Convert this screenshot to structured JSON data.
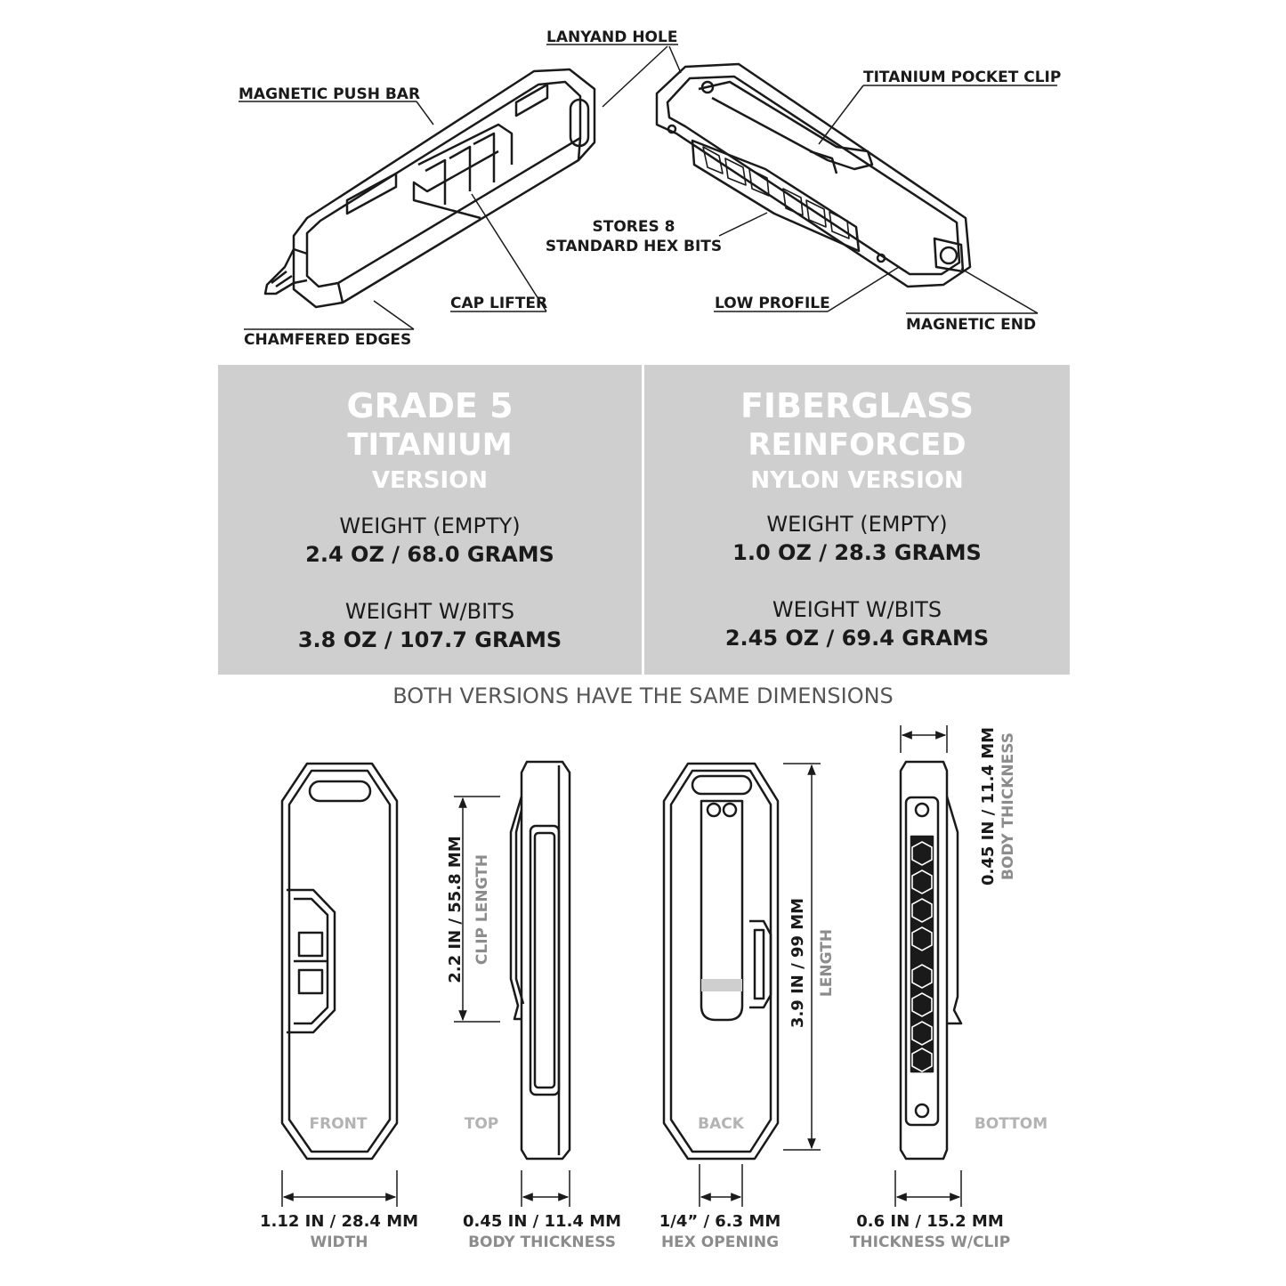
{
  "top_callouts": {
    "lanyard_hole": "LANYAND HOLE",
    "magnetic_push_bar": "MAGNETIC PUSH BAR",
    "titanium_pocket_clip": "TITANIUM POCKET CLIP",
    "stores_line1": "STORES 8",
    "stores_line2": "STANDARD HEX BITS",
    "cap_lifter": "CAP LIFTER",
    "low_profile": "LOW PROFILE",
    "magnetic_end": "MAGNETIC END",
    "chamfered_edges": "CHAMFERED EDGES"
  },
  "versions": {
    "titanium": {
      "title_line1": "GRADE 5",
      "title_line2": "TITANIUM",
      "title_line3": "VERSION",
      "weight_empty_label": "WEIGHT (EMPTY)",
      "weight_empty_value": "2.4 OZ / 68.0 GRAMS",
      "weight_bits_label": "WEIGHT W/BITS",
      "weight_bits_value": "3.8 OZ / 107.7 GRAMS"
    },
    "nylon": {
      "title_line1": "FIBERGLASS",
      "title_line2": "REINFORCED",
      "title_line3": "NYLON VERSION",
      "weight_empty_label": "WEIGHT (EMPTY)",
      "weight_empty_value": "1.0 OZ / 28.3 GRAMS",
      "weight_bits_label": "WEIGHT W/BITS",
      "weight_bits_value": "2.45 OZ / 69.4 GRAMS"
    }
  },
  "same_dimensions_note": "BOTH VERSIONS HAVE THE SAME DIMENSIONS",
  "views": {
    "front": "FRONT",
    "top": "TOP",
    "back": "BACK",
    "bottom": "BOTTOM"
  },
  "dimensions": {
    "width_value": "1.12 IN / 28.4 MM",
    "width_label": "WIDTH",
    "body_thickness_value": "0.45 IN / 11.4 MM",
    "body_thickness_label": "BODY THICKNESS",
    "hex_opening_value": "1/4” / 6.3 MM",
    "hex_opening_label": "HEX OPENING",
    "thickness_clip_value": "0.6 IN / 15.2 MM",
    "thickness_clip_label": "THICKNESS W/CLIP",
    "clip_length_value": "2.2 IN / 55.8 MM",
    "clip_length_label": "CLIP LENGTH",
    "length_value": "3.9 IN / 99 MM",
    "length_label": "LENGTH",
    "body_thickness_side_value": "0.45 IN / 11.4 MM",
    "body_thickness_side_label": "BODY THICKNESS"
  },
  "colors": {
    "panel_gray": "#cfcfcf",
    "ink": "#1a1a1a",
    "muted_label": "#8c8c8c"
  }
}
